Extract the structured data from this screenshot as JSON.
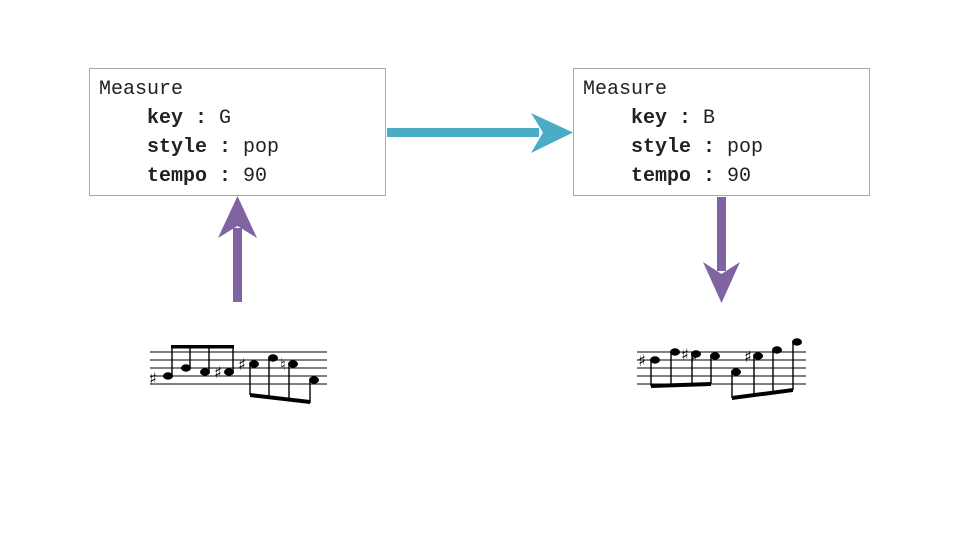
{
  "colors": {
    "teal_arrow": "#4aacc5",
    "purple_arrow": "#8064a2",
    "box_border": "#a9a9a9",
    "notation": "#000000"
  },
  "left_measure": {
    "title": "Measure",
    "fields": [
      {
        "key": "key",
        "sep": " : ",
        "value": "G"
      },
      {
        "key": "style",
        "sep": " : ",
        "value": "pop"
      },
      {
        "key": "tempo",
        "sep": " : ",
        "value": "90"
      }
    ]
  },
  "right_measure": {
    "title": "Measure",
    "fields": [
      {
        "key": "key",
        "sep": " : ",
        "value": "B"
      },
      {
        "key": "style",
        "sep": " : ",
        "value": "pop"
      },
      {
        "key": "tempo",
        "sep": " : ",
        "value": "90"
      }
    ]
  },
  "icons": {
    "transform_arrow": "right-arrow-icon",
    "encode_arrow": "up-arrow-icon",
    "decode_arrow": "down-arrow-icon",
    "input_staff": "music-staff-icon",
    "output_staff": "music-staff-icon"
  }
}
